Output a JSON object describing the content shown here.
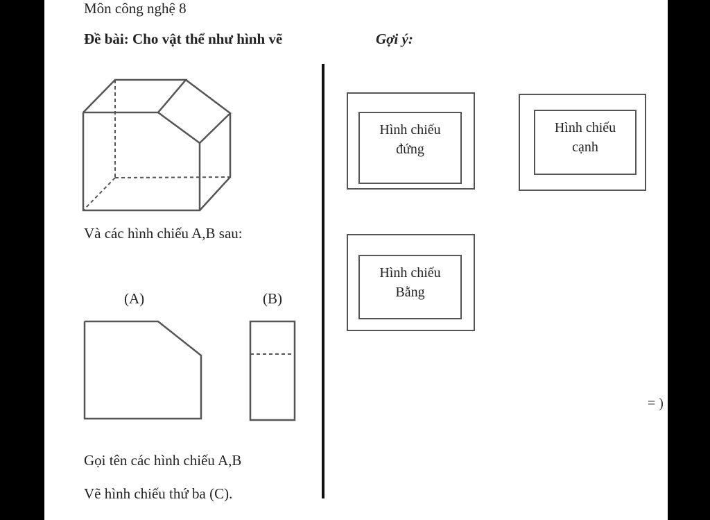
{
  "header": {
    "subject": "Môn công nghệ 8"
  },
  "problem": {
    "prompt": "Đề bài: Cho vật thể như hình vẽ",
    "views_intro": "Và các hình chiếu A,B sau:",
    "label_a": "(A)",
    "label_b": "(B)",
    "question_1": "Gọi tên các hình chiếu A,B",
    "question_2": "Vẽ hình chiếu thứ ba (C)."
  },
  "hint": {
    "title": "Gợi ý:",
    "front_view": {
      "line1": "Hình chiếu",
      "line2": "đứng"
    },
    "side_view": {
      "line1": "Hình chiếu",
      "line2": "cạnh"
    },
    "top_view": {
      "line1": "Hình chiếu",
      "line2": "Bằng"
    }
  },
  "edge_mark": "= )"
}
